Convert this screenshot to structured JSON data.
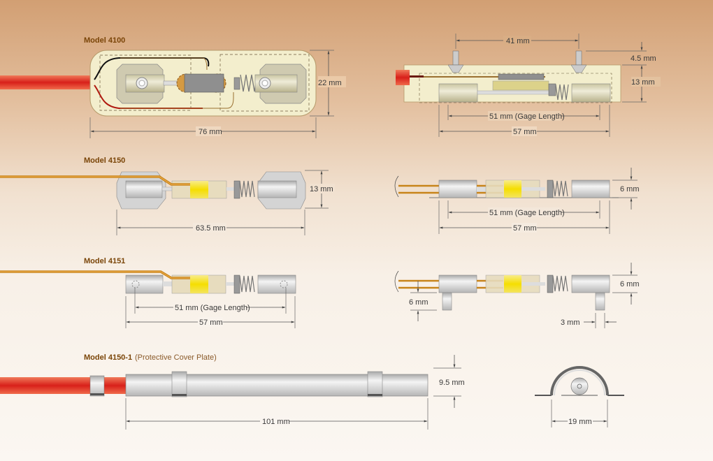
{
  "colors": {
    "title": "#7a4508",
    "cable_red": "#d8322a",
    "wire_orange": "#d89a2a",
    "housing": "#f1ecc8",
    "steel": "#cfcfcf",
    "coil_yellow": "#f5e21a"
  },
  "models": {
    "m4100": {
      "title": "Model 4100",
      "dims": {
        "height": "22 mm",
        "length": "76 mm"
      },
      "side_dims": {
        "bolt_spacing": "41 mm",
        "bolt_height": "4.5 mm",
        "body_height": "13 mm",
        "gage_length": "51 mm (Gage Length)",
        "overall": "57 mm"
      }
    },
    "m4150": {
      "title": "Model 4150",
      "dims": {
        "height": "13 mm",
        "length": "63.5 mm"
      },
      "side_dims": {
        "height": "6 mm",
        "gage_length": "51 mm (Gage Length)",
        "overall": "57 mm"
      }
    },
    "m4151": {
      "title": "Model 4151",
      "dims": {
        "gage_length": "51 mm (Gage Length)",
        "overall": "57 mm"
      },
      "side_dims": {
        "height": "6 mm",
        "pin_offset": "6 mm",
        "pin_diameter": "3 mm"
      }
    },
    "m4150_1": {
      "title": "Model 4150-1",
      "subtitle": "(Protective Cover Plate)",
      "dims": {
        "height": "9.5 mm",
        "length": "101 mm"
      },
      "end_dims": {
        "width": "19 mm"
      }
    }
  }
}
